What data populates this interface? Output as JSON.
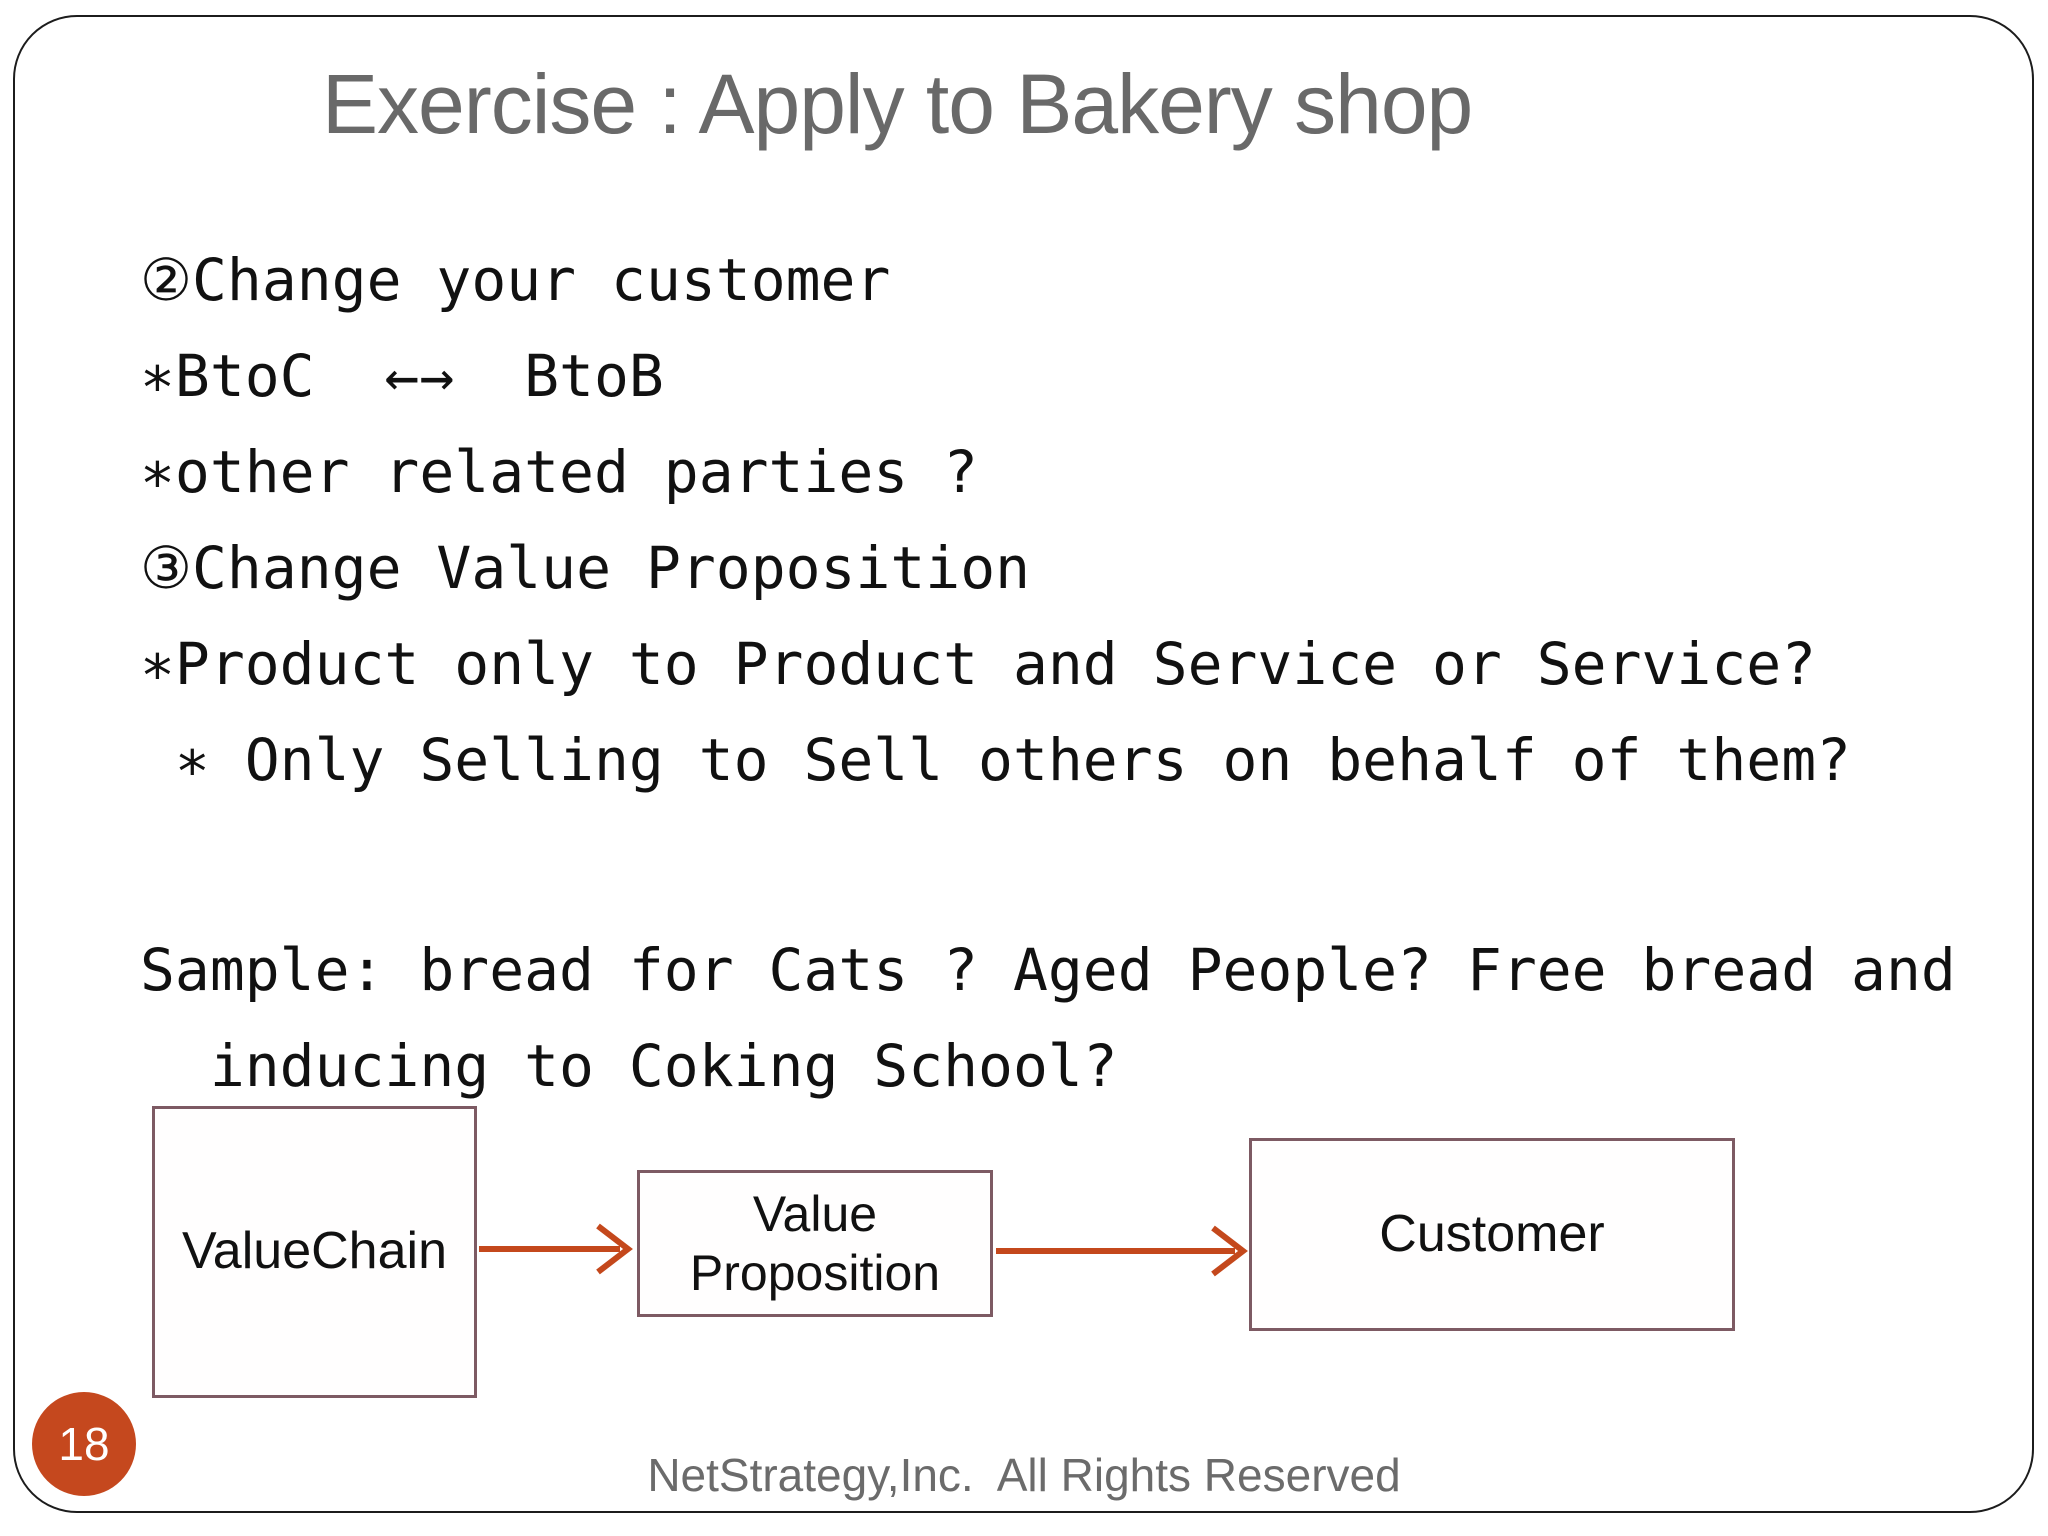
{
  "slide": {
    "title": "Exercise : Apply to Bakery shop",
    "body_lines": [
      "②Change your customer",
      "∗BtoC  ←→  BtoB",
      "∗other related parties ?",
      "③Change Value Proposition",
      "∗Product only to Product and Service or Service?",
      " ∗ Only Selling to Sell others on behalf of them?"
    ],
    "sample_lines": [
      "Sample: bread for Cats ? Aged People? Free bread and",
      "  inducing to Coking School?"
    ],
    "diagram": {
      "boxes": [
        {
          "id": "value-chain",
          "label": "ValueChain"
        },
        {
          "id": "value-proposition",
          "label": "Value Proposition"
        },
        {
          "id": "customer",
          "label": "Customer"
        }
      ],
      "arrows": [
        {
          "from": "value-chain",
          "to": "value-proposition"
        },
        {
          "from": "value-proposition",
          "to": "customer"
        }
      ]
    },
    "page_number": "18",
    "footer": "NetStrategy,Inc.  All Rights Reserved",
    "colors": {
      "arrow_orange": "#c4481c",
      "badge_orange": "#c5481e",
      "box_border_maroon": "#7d5a63",
      "title_gray": "#696969",
      "footer_gray": "#6b6b6b",
      "frame_black": "#1c1c1c"
    }
  }
}
